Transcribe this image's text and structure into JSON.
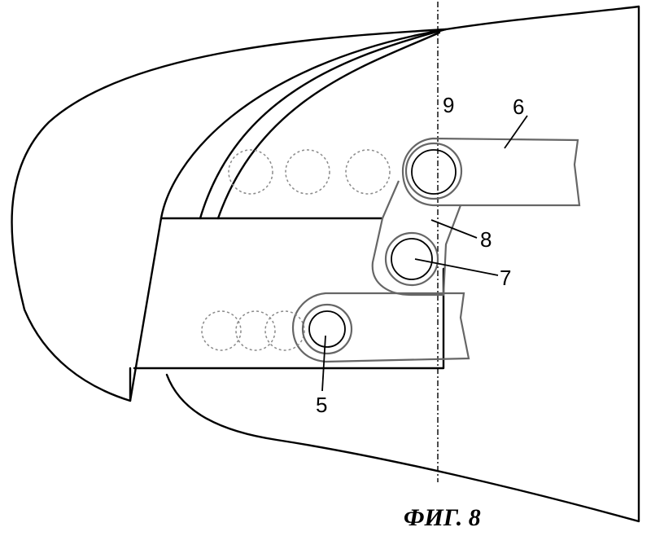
{
  "figure": {
    "caption": "ФИГ. 8",
    "labels": {
      "l5": "5",
      "l6": "6",
      "l7": "7",
      "l8": "8",
      "l9": "9"
    }
  }
}
